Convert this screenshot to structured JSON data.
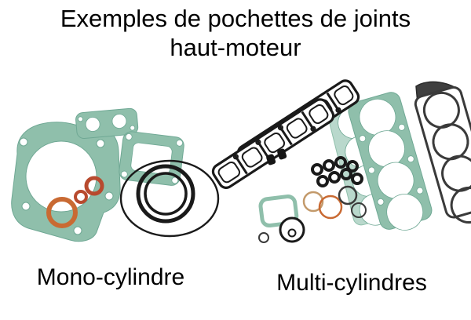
{
  "title": {
    "line1": "Exemples de pochettes de joints",
    "line2": "haut-moteur"
  },
  "captions": {
    "mono": "Mono-cylindre",
    "multi": "Multi-cylindres"
  },
  "illustrations": {
    "mono": "mono-cylinder-top-end-gasket-kit-photo",
    "multi": "multi-cylinder-top-end-gasket-kit-photo"
  },
  "colors": {
    "gasket_teal": "#8fbfab",
    "gasket_teal_light": "#b9d8cc",
    "gasket_teal_dark": "#6fa894",
    "oring_orange": "#c96a33",
    "oring_red": "#b84a2e",
    "line_black": "#1a1a1a",
    "metal_tan": "#c39a6b",
    "gray_dark": "#3a3a3a",
    "background": "#ffffff"
  }
}
